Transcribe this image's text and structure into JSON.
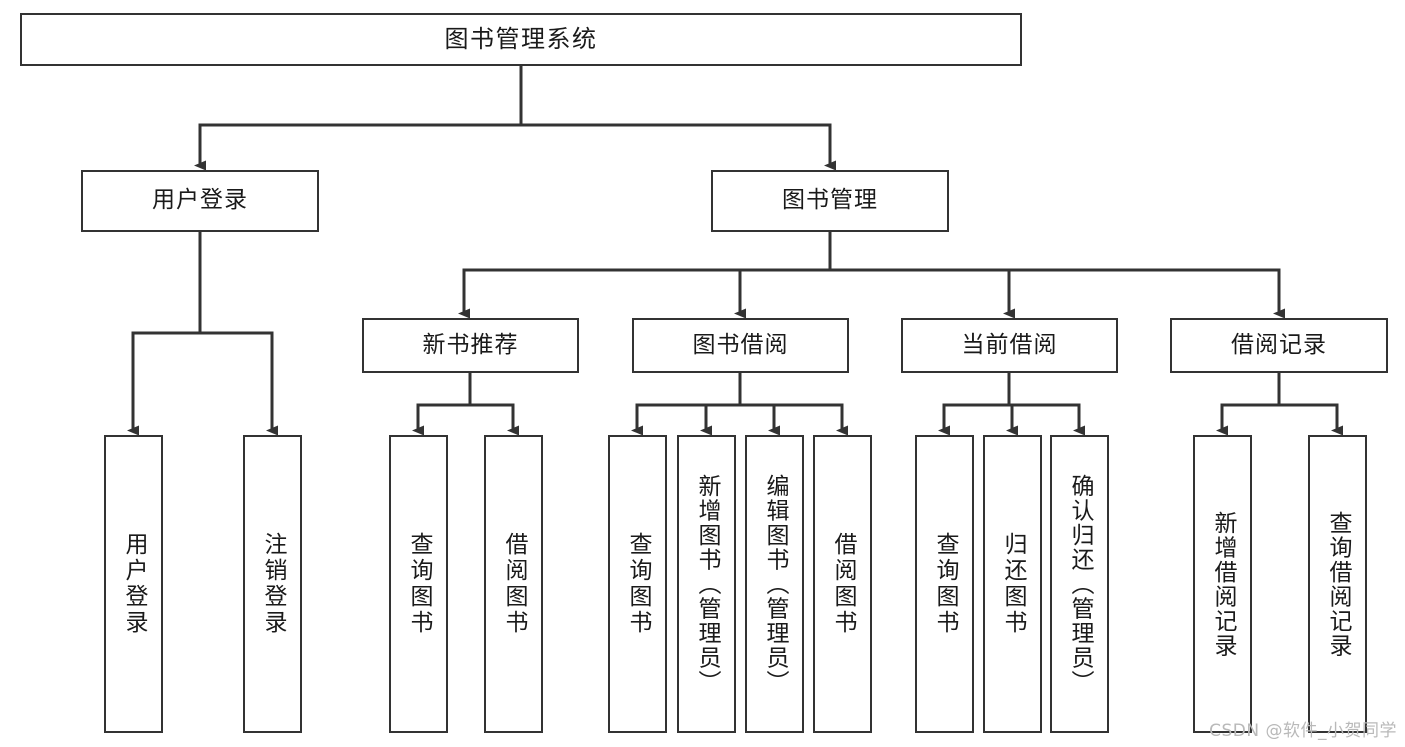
{
  "diagram": {
    "type": "tree-hierarchy",
    "title": "图书管理系统",
    "watermark": "CSDN @软件_小贺同学",
    "colors": {
      "box_border": "#333333",
      "box_fill": "#ffffff",
      "connector": "#333333",
      "text": "#1a1a1a",
      "watermark": "#b9b9b9",
      "background": "#ffffff"
    },
    "root": {
      "label": "图书管理系统"
    },
    "level2": [
      {
        "id": "user-login",
        "label": "用户登录"
      },
      {
        "id": "book-manage",
        "label": "图书管理"
      }
    ],
    "level3": [
      {
        "id": "new-book-recommend",
        "label": "新书推荐",
        "parent": "book-manage"
      },
      {
        "id": "book-borrow",
        "label": "图书借阅",
        "parent": "book-manage"
      },
      {
        "id": "current-borrow",
        "label": "当前借阅",
        "parent": "book-manage"
      },
      {
        "id": "borrow-record",
        "label": "借阅记录",
        "parent": "book-manage"
      }
    ],
    "leaves": [
      {
        "id": "leaf-user-login",
        "label": "用户登录",
        "parent": "user-login"
      },
      {
        "id": "leaf-logout-login",
        "label": "注销登录",
        "parent": "user-login"
      },
      {
        "id": "leaf-query-book-1",
        "label": "查询图书",
        "parent": "new-book-recommend"
      },
      {
        "id": "leaf-borrow-book-1",
        "label": "借阅图书",
        "parent": "new-book-recommend"
      },
      {
        "id": "leaf-query-book-2",
        "label": "查询图书",
        "parent": "book-borrow"
      },
      {
        "id": "leaf-add-book",
        "label": "新增图书（管理员）",
        "parent": "book-borrow"
      },
      {
        "id": "leaf-edit-book",
        "label": "编辑图书（管理员）",
        "parent": "book-borrow"
      },
      {
        "id": "leaf-borrow-book-2",
        "label": "借阅图书",
        "parent": "book-borrow"
      },
      {
        "id": "leaf-query-book-3",
        "label": "查询图书",
        "parent": "current-borrow"
      },
      {
        "id": "leaf-return-book",
        "label": "归还图书",
        "parent": "current-borrow"
      },
      {
        "id": "leaf-confirm-return",
        "label": "确认归还（管理员）",
        "parent": "current-borrow"
      },
      {
        "id": "leaf-add-record",
        "label": "新增借阅记录",
        "parent": "borrow-record"
      },
      {
        "id": "leaf-query-record",
        "label": "查询借阅记录",
        "parent": "borrow-record"
      }
    ]
  }
}
